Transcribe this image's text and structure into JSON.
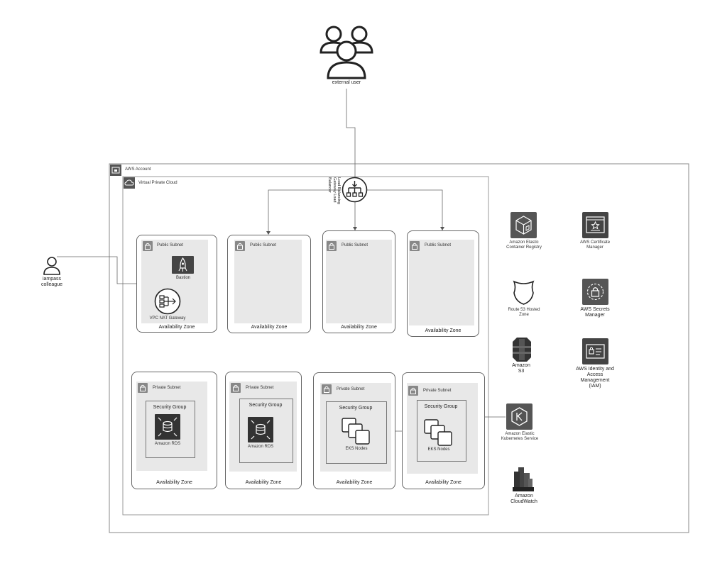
{
  "external_user": {
    "label": "external user"
  },
  "colleague": {
    "label_line1": "iampass",
    "label_line2": "colleague"
  },
  "aws_account": {
    "label": "AWS Account"
  },
  "vpc": {
    "label": "Virtual Private Cloud"
  },
  "load_balancer": {
    "label_line1": "Load Balancing",
    "label_line2": "Gateway Load",
    "label_line3": "Balancer"
  },
  "public_subnets": [
    {
      "subnet_label": "Public Subnet",
      "az_label": "Availability Zone"
    },
    {
      "subnet_label": "Public Subnet",
      "az_label": "Availability Zone"
    },
    {
      "subnet_label": "Public Subnet",
      "az_label": "Availability Zone"
    },
    {
      "subnet_label": "Public Subnet",
      "az_label": "Availability Zone"
    }
  ],
  "bastion": {
    "label": "Bastion"
  },
  "nat_gateway": {
    "label": "VPC NAT Gateway"
  },
  "private_subnets": [
    {
      "subnet_label": "Private Subnet",
      "az_label": "Availability Zone",
      "sg_label": "Security Group",
      "resource_label": "Amazon RDS"
    },
    {
      "subnet_label": "Private Subnet",
      "az_label": "Availability Zone",
      "sg_label": "Security Group",
      "resource_label": "Amazon RDS"
    },
    {
      "subnet_label": "Private Subnet",
      "az_label": "Availability Zone",
      "sg_label": "Security Group",
      "resource_label": "EKS Nodes"
    },
    {
      "subnet_label": "Private Subnet",
      "az_label": "Availability Zone",
      "sg_label": "Security Group",
      "resource_label": "EKS Nodes"
    }
  ],
  "services": {
    "ecr": {
      "line1": "Amazon Elastic",
      "line2": "Container Registry"
    },
    "acm": {
      "line1": "AWS Certificate",
      "line2": "Manager"
    },
    "route53": {
      "line1": "Route 53 Hosted",
      "line2": "Zone"
    },
    "secrets": {
      "line1": "AWS Secrets",
      "line2": "Manager"
    },
    "s3": {
      "line1": "Amazon",
      "line2": "S3"
    },
    "iam": {
      "line1": "AWS Identity and",
      "line2": "Access",
      "line3": "Management",
      "line4": "(IAM)"
    },
    "eks": {
      "line1": "Amazon Elastic",
      "line2": "Kubernetes Service"
    },
    "cloudwatch": {
      "line1": "Amazon",
      "line2": "CloudWatch"
    }
  },
  "colors": {
    "line": "#555555",
    "subnet_fill": "#e8e8e8",
    "icon_fill": "#444444"
  }
}
